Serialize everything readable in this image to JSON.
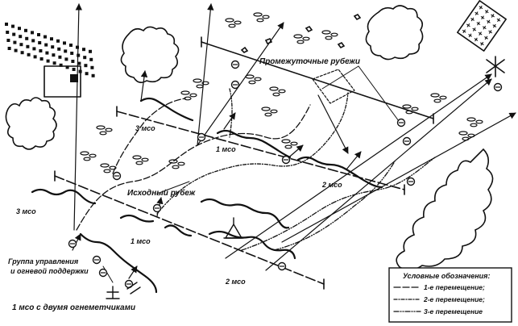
{
  "labels": {
    "intermediate_lines": "Промежуточные рубежи",
    "start_line": "Исходный рубеж",
    "control_group_1": "Группа управления",
    "control_group_2": "и огневой поддержки",
    "squad_with_flamers": "1 мсо с двумя огнеметчиками",
    "squad_3_left": "3 мсо",
    "squad_3_upper": "3 мсо",
    "squad_1_upper": "1 мсо",
    "squad_1_lower": "1 мсо",
    "squad_2_upper": "2 мсо",
    "squad_2_lower": "2 мсо"
  },
  "legend": {
    "title": "Условные обозначения:",
    "items": [
      {
        "label": "1-е перемещение;",
        "dash": "8 3"
      },
      {
        "label": "2-е перемещение;",
        "dash": "4 2 1 2"
      },
      {
        "label": "3-е перемещение",
        "dash": "6 2 1 2 1 2"
      }
    ]
  },
  "colors": {
    "ink": "#111111",
    "background": "#ffffff",
    "building_fill": "#111111"
  }
}
